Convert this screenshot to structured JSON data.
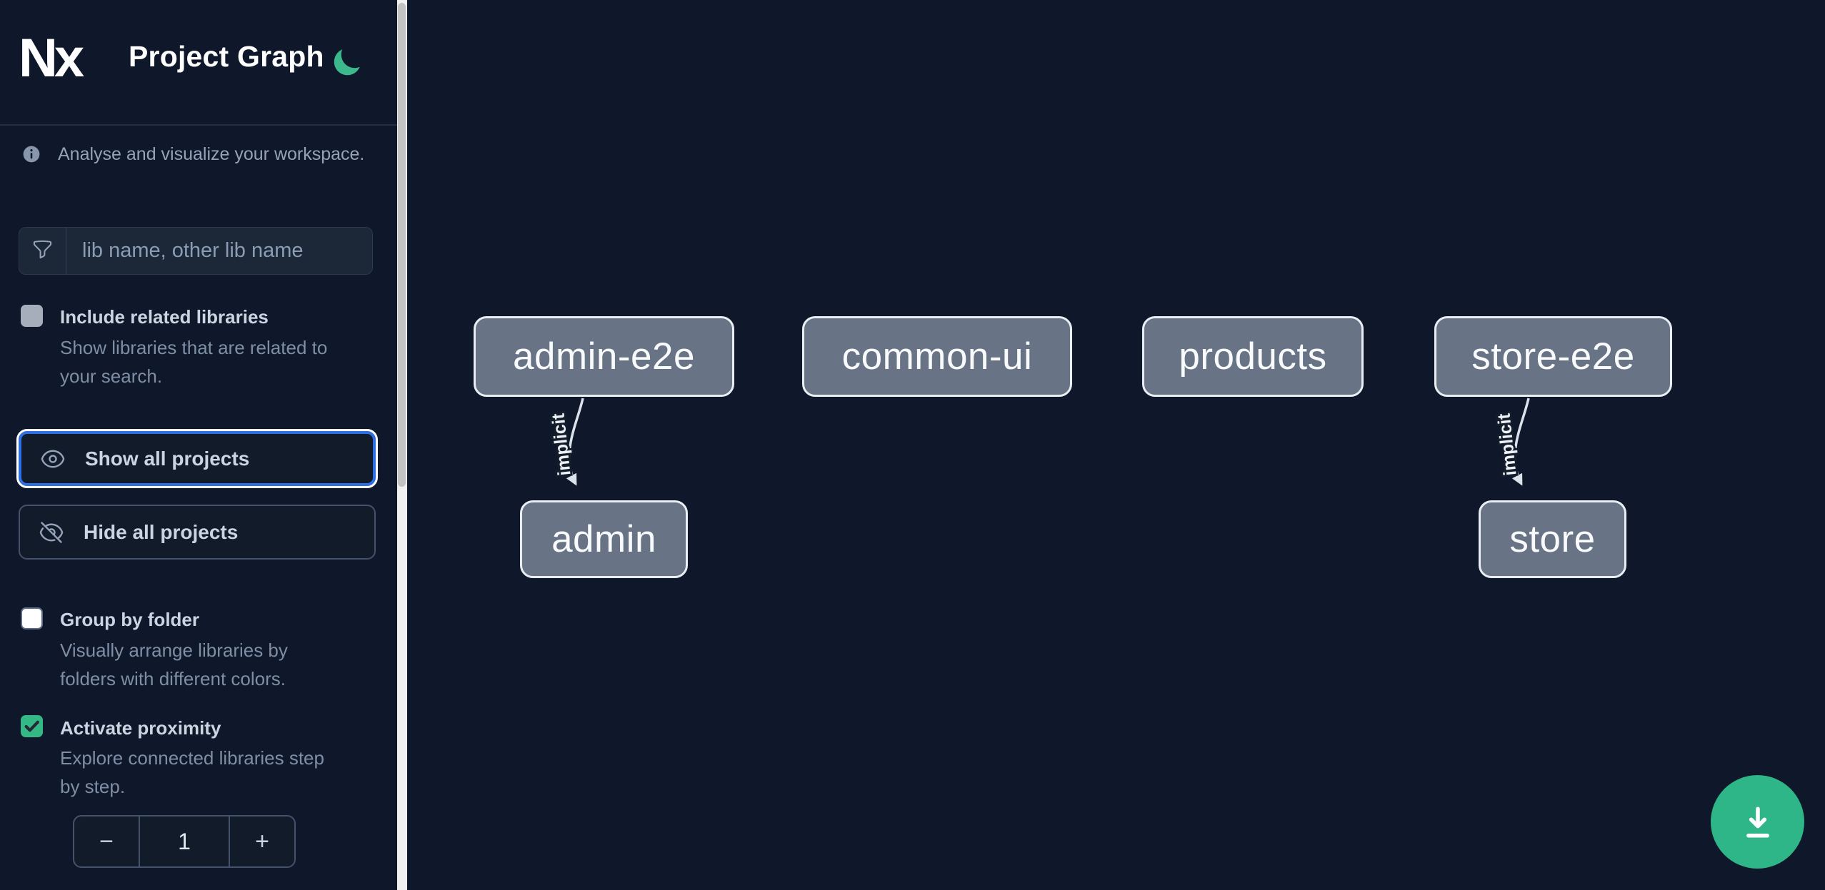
{
  "header": {
    "logo_text": "Nx",
    "title": "Project Graph"
  },
  "intro": {
    "text": "Analyse and visualize your workspace."
  },
  "search": {
    "placeholder": "lib name, other lib name",
    "value": ""
  },
  "options": {
    "include_related": {
      "label": "Include related libraries",
      "description": "Show libraries that are related to\nyour search.",
      "checked": false
    },
    "group_by_folder": {
      "label": "Group by folder",
      "description": "Visually arrange libraries by\nfolders with different colors.",
      "checked": false
    },
    "activate_proximity": {
      "label": "Activate proximity",
      "description": "Explore connected libraries step\nby step.",
      "checked": true
    }
  },
  "actions": {
    "show_all_label": "Show all projects",
    "hide_all_label": "Hide all projects"
  },
  "stepper": {
    "decrement_label": "−",
    "value": "1",
    "increment_label": "+"
  },
  "graph": {
    "nodes": [
      {
        "id": "admin-e2e",
        "label": "admin-e2e"
      },
      {
        "id": "common-ui",
        "label": "common-ui"
      },
      {
        "id": "products",
        "label": "products"
      },
      {
        "id": "store-e2e",
        "label": "store-e2e"
      },
      {
        "id": "admin",
        "label": "admin"
      },
      {
        "id": "store",
        "label": "store"
      }
    ],
    "edges": [
      {
        "source": "admin-e2e",
        "target": "admin",
        "label": "implicit"
      },
      {
        "source": "store-e2e",
        "target": "store",
        "label": "implicit"
      }
    ]
  },
  "icons": {
    "theme_toggle": "moon-icon",
    "intro": "info-icon",
    "search": "funnel-icon",
    "show_all": "eye-icon",
    "hide_all": "eye-slash-icon",
    "fab": "download-icon"
  },
  "colors": {
    "background": "#0f172a",
    "accent_green": "#2eb588",
    "checkbox_checked_green": "#34b886",
    "focus_blue": "#2f6fe4",
    "node_fill": "#687385",
    "node_border": "#e9eef5",
    "edge_stroke": "#dbe2ea"
  }
}
